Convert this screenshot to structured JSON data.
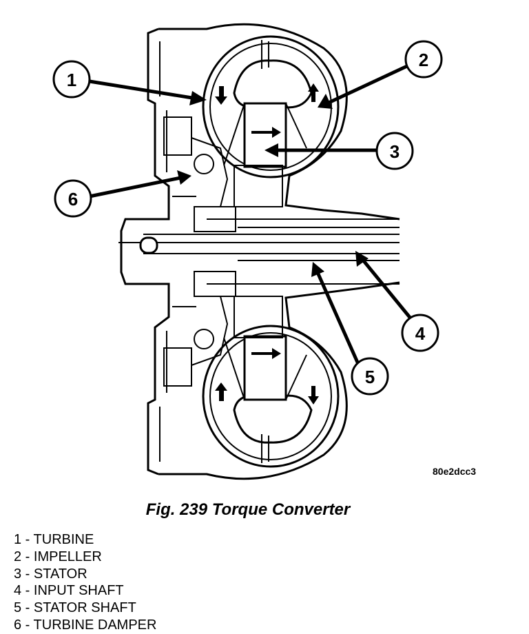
{
  "figure": {
    "reference_code": "80e2dcc3",
    "caption": "Fig. 239 Torque Converter"
  },
  "callouts": [
    "1",
    "2",
    "3",
    "4",
    "5",
    "6"
  ],
  "legend": [
    "1 - TURBINE",
    "2 - IMPELLER",
    "3 - STATOR",
    "4 - INPUT SHAFT",
    "5 - STATOR SHAFT",
    "6 - TURBINE DAMPER"
  ]
}
